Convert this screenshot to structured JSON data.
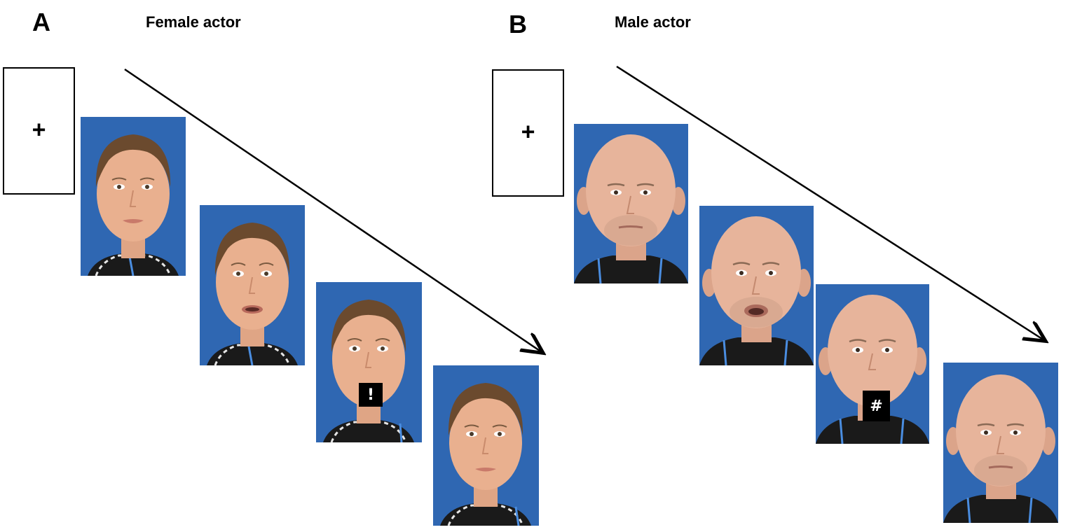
{
  "panel_a": {
    "letter": "A",
    "title": "Female actor",
    "fixation_symbol": "+",
    "mask_symbol": "!"
  },
  "panel_b": {
    "letter": "B",
    "title": "Male actor",
    "fixation_symbol": "+",
    "mask_symbol": "#"
  },
  "colors": {
    "background_blue": "#2f67b2",
    "skin_female": "#e9b08f",
    "hair_female": "#6b4a2e",
    "skin_male": "#e7b49b",
    "shirt": "#1a1a1a",
    "lanyard": "#4a8de0"
  }
}
